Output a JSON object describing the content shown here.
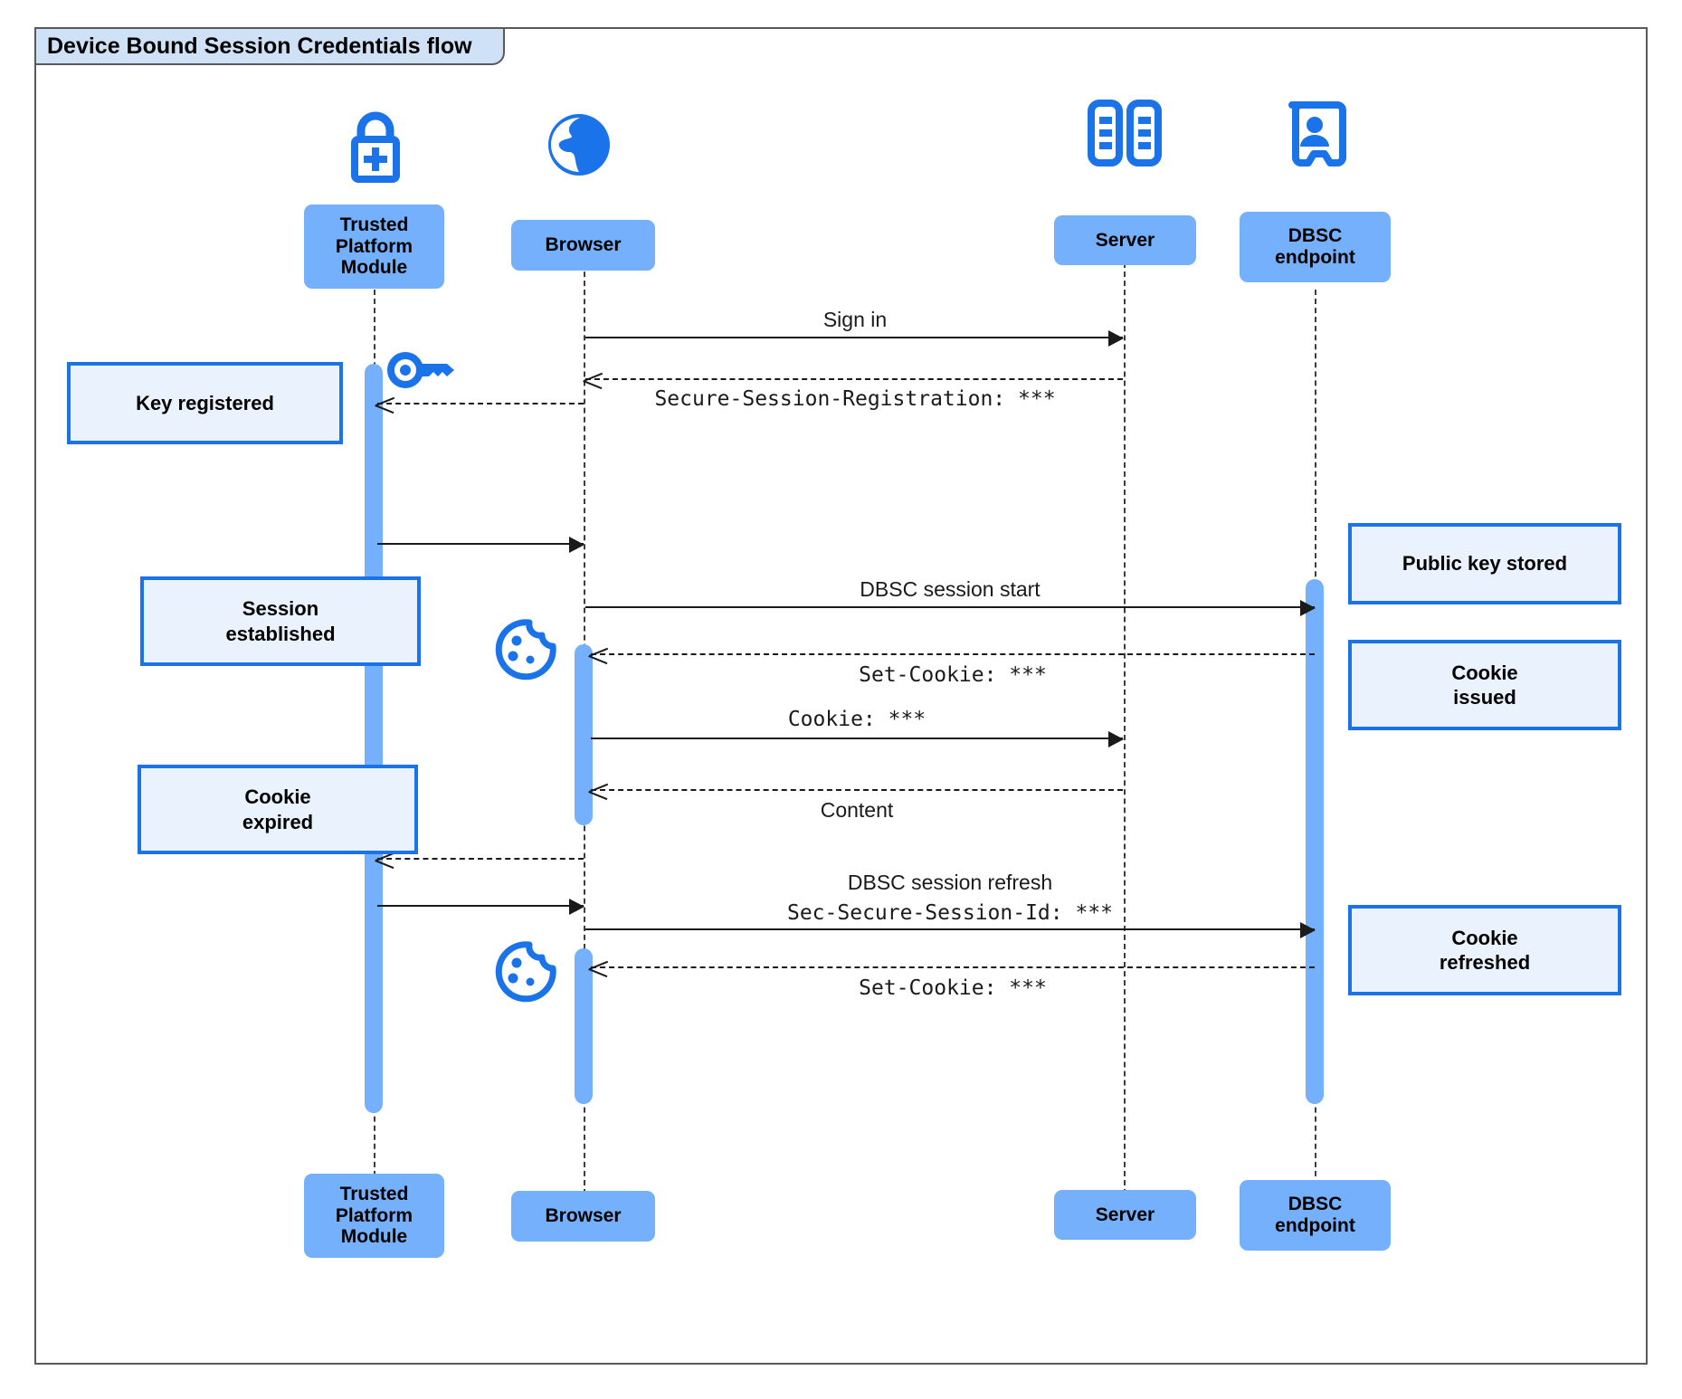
{
  "diagram": {
    "title": "Device Bound Session Credentials flow",
    "type": "sequence"
  },
  "participants": [
    {
      "id": "tpm",
      "label": "Trusted\nPlatform\nModule",
      "icon": "lock-plus-icon"
    },
    {
      "id": "browser",
      "label": "Browser",
      "icon": "globe-icon"
    },
    {
      "id": "server",
      "label": "Server",
      "icon": "server-rack-icon"
    },
    {
      "id": "dbsc",
      "label": "DBSC\nendpoint",
      "icon": "id-badge-icon"
    }
  ],
  "participants_bottom": [
    {
      "id": "tpm",
      "label": "Trusted\nPlatform\nModule"
    },
    {
      "id": "browser",
      "label": "Browser"
    },
    {
      "id": "server",
      "label": "Server"
    },
    {
      "id": "dbsc",
      "label": "DBSC\nendpoint"
    }
  ],
  "messages": [
    {
      "id": "m1",
      "from": "browser",
      "to": "server",
      "label": "Sign in",
      "style": "solid",
      "font": "sans"
    },
    {
      "id": "m2",
      "from": "server",
      "to": "browser",
      "label": "Secure-Session-Registration: ***",
      "style": "dashed",
      "font": "mono"
    },
    {
      "id": "m3",
      "from": "browser",
      "to": "tpm",
      "label": "",
      "style": "dashed",
      "font": "sans"
    },
    {
      "id": "m4",
      "from": "tpm",
      "to": "browser",
      "label": "",
      "style": "solid",
      "font": "sans"
    },
    {
      "id": "m5",
      "from": "browser",
      "to": "dbsc",
      "label": "DBSC session start",
      "style": "solid",
      "font": "sans"
    },
    {
      "id": "m6",
      "from": "dbsc",
      "to": "browser",
      "label": "Set-Cookie: ***",
      "style": "dashed",
      "font": "mono"
    },
    {
      "id": "m7",
      "from": "browser",
      "to": "server",
      "label": "Cookie: ***",
      "style": "solid",
      "font": "mono"
    },
    {
      "id": "m8",
      "from": "server",
      "to": "browser",
      "label": "Content",
      "style": "dashed",
      "font": "sans"
    },
    {
      "id": "m9",
      "from": "browser",
      "to": "tpm",
      "label": "",
      "style": "dashed",
      "font": "sans"
    },
    {
      "id": "m10",
      "from": "tpm",
      "to": "browser",
      "label": "",
      "style": "solid",
      "font": "sans"
    },
    {
      "id": "m11",
      "from": "browser",
      "to": "dbsc",
      "label": "DBSC session refresh",
      "label2": "Sec-Secure-Session-Id: ***",
      "style": "solid",
      "font": "sans"
    },
    {
      "id": "m12",
      "from": "dbsc",
      "to": "browser",
      "label": "Set-Cookie: ***",
      "style": "dashed",
      "font": "mono"
    }
  ],
  "notes": [
    {
      "id": "n1",
      "side": "left",
      "target": "tpm",
      "text": "Key registered"
    },
    {
      "id": "n2",
      "side": "left",
      "target": "tpm",
      "text": "Session\nestablished"
    },
    {
      "id": "n3",
      "side": "left",
      "target": "tpm",
      "text": "Cookie\nexpired"
    },
    {
      "id": "n4",
      "side": "right",
      "target": "dbsc",
      "text": "Public key stored"
    },
    {
      "id": "n5",
      "side": "right",
      "target": "dbsc",
      "text": "Cookie\nissued"
    },
    {
      "id": "n6",
      "side": "right",
      "target": "dbsc",
      "text": "Cookie\nrefreshed"
    }
  ],
  "inline_icons": [
    {
      "id": "key1",
      "name": "key-icon",
      "near": "tpm"
    },
    {
      "id": "cookie1",
      "name": "cookie-icon",
      "near": "browser"
    },
    {
      "id": "cookie2",
      "name": "cookie-icon",
      "near": "browser"
    }
  ],
  "colors": {
    "participant_fill": "#74b0fb",
    "note_fill": "#eaf2fe",
    "note_border": "#1a73e8",
    "icon_blue": "#1a73e8",
    "activation": "#74b0fb",
    "frame_border": "#5a5a5a",
    "title_fill": "#cfe1f7",
    "line": "#1a1a1a"
  }
}
